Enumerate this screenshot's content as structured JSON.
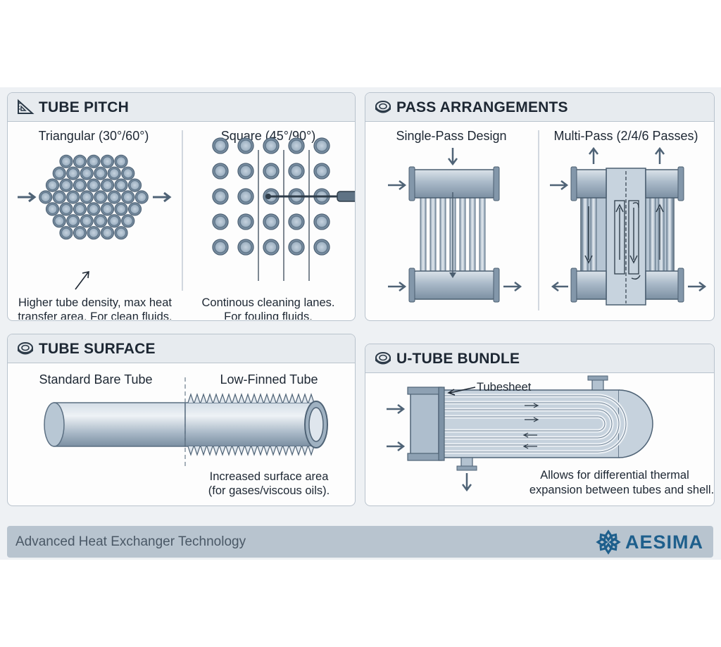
{
  "panels": {
    "tube_pitch": {
      "title": "TUBE PITCH",
      "icon": "triangle-ruler-icon",
      "triangular_label": "Triangular (30°/60°)",
      "square_label": "Square (45°/90°)",
      "triangular_note_1": "Higher tube density, max heat",
      "triangular_note_2": "transfer area. For clean fluids.",
      "square_note_1": "Continous cleaning lanes.",
      "square_note_2": "For fouling fluids."
    },
    "pass_arrangements": {
      "title": "PASS ARRANGEMENTS",
      "icon": "tube-section-icon",
      "single_label": "Single-Pass Design",
      "multi_label": "Multi-Pass (2/4/6 Passes)"
    },
    "tube_surface": {
      "title": "TUBE SURFACE",
      "icon": "tube-section-icon",
      "bare_label": "Standard Bare Tube",
      "finned_label": "Low-Finned Tube",
      "note_1": "Increased surface area",
      "note_2": "(for gases/viscous oils)."
    },
    "u_tube_bundle": {
      "title": "U-TUBE BUNDLE",
      "icon": "tube-section-icon",
      "tubesheet_label": "Tubesheet",
      "note_1": "Allows for differential thermal",
      "note_2": "expansion between tubes and shell."
    }
  },
  "footer": {
    "tagline": "Advanced Heat Exchanger Technology",
    "brand": "AESIMA",
    "brand_color": "#1e5f8c",
    "logo_icon": "star-logo-icon"
  }
}
